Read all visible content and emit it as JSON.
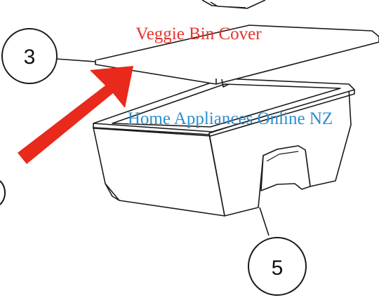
{
  "diagram": {
    "title": "Veggie Bin Cover",
    "watermark": "Home Appliances Online NZ",
    "callouts": [
      {
        "number": "3",
        "part": "cover"
      },
      {
        "number": "5",
        "part": "bin"
      }
    ]
  },
  "colors": {
    "title": "#e8322a",
    "watermark": "#2a8fd0",
    "arrow": "#e8291c",
    "line": "#1a1a1a"
  }
}
